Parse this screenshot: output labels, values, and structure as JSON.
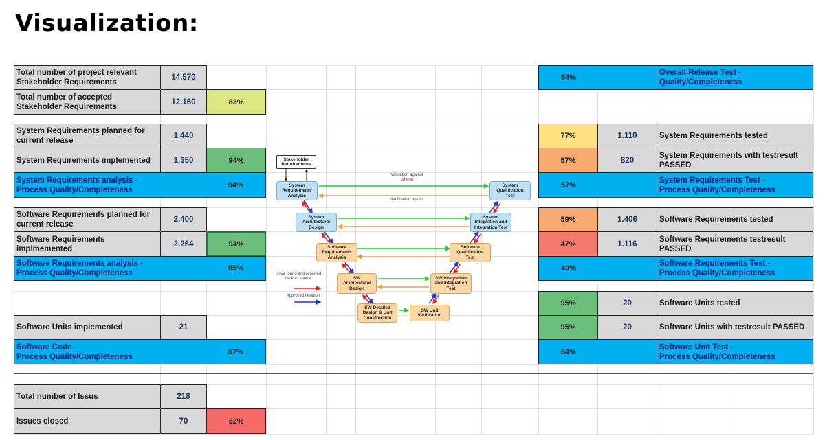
{
  "title": "Visualization:",
  "left": {
    "r1": {
      "label": "Total number of project relevant\nStakeholder Requirements",
      "value": "14.570"
    },
    "r2": {
      "label": "Total number of accepted\nStakeholder Requirements",
      "value": "12.160",
      "pct": "83%"
    },
    "r3": {
      "label": "System Requirements planned for\ncurrent release",
      "value": "1.440"
    },
    "r4": {
      "label": "System Requirements implemented",
      "value": "1.350",
      "pct": "94%"
    },
    "r5": {
      "label": "System Requirements analysis -\nProcess Quality/Completeness",
      "pct": "94%"
    },
    "r6": {
      "label": "Software Requirements planned for\ncurrent release",
      "value": "2.400"
    },
    "r7": {
      "label": "Software Requirements\nimplmemented",
      "value": "2.264",
      "pct": "94%"
    },
    "r8": {
      "label": "Software Requirements analysis -\nProcess Quality/Completeness",
      "pct": "85%"
    },
    "r9": {
      "label": "Software Units implemented",
      "value": "21"
    },
    "r10": {
      "label": "Software Code -\nProcess Quality/Completeness",
      "pct": "67%"
    },
    "r11": {
      "label": "Total number of Issus",
      "value": "218"
    },
    "r12": {
      "label": "Issues closed",
      "value": "70",
      "pct": "32%"
    }
  },
  "right": {
    "r1": {
      "pct": "54%",
      "label": "Overall Release Test -\nQuality/Completeness"
    },
    "r2": {
      "pct": "77%",
      "value": "1.110",
      "label": "System Requirements tested"
    },
    "r3": {
      "pct": "57%",
      "value": "820",
      "label": "System Requirements with testresult\nPASSED"
    },
    "r4": {
      "pct": "57%",
      "label": "System Requirements Test -\nProcess Quality/Completeness"
    },
    "r5": {
      "pct": "59%",
      "value": "1.406",
      "label": "Software Requirements tested"
    },
    "r6": {
      "pct": "47%",
      "value": "1.116",
      "label": "Software Requirements testresult\nPASSED"
    },
    "r7": {
      "pct": "40%",
      "label": "Software Requirements Test -\nProcess Quality/Completeness"
    },
    "r8": {
      "pct": "95%",
      "value": "20",
      "label": "Software Units tested"
    },
    "r9": {
      "pct": "95%",
      "value": "20",
      "label": "Software Units with testresult PASSED"
    },
    "r10": {
      "pct": "64%",
      "label": "Software Unit Test -\nProcess Quality/Completeness"
    }
  },
  "diagram": {
    "stakeholder": "Stakeholder\nRequirements",
    "sys_req": "System\nRequirements\nAnalysis",
    "sys_arch": "System\nArchitectural\nDesign",
    "sw_req": "Software\nRequirements\nAnalysis",
    "sw_arch": "SW\nArchitectural\nDesign",
    "sw_detail": "SW Detailed\nDesign & Unit\nConstruction",
    "sw_unit_ver": "SW Unit\nVerification",
    "sw_integ": "SW Integration\nand Integration\nTest",
    "sw_qual": "Software\nQualification\nTest",
    "sys_integ": "System\nIntegration and\nIntegration Test",
    "sys_qual": "System\nQualification\nTest",
    "validation_text": "Validation against\ncriteria",
    "verification_text": "Verification results",
    "issue_text": "Issue found and reported\nback to source",
    "approved_text": "Approved iteration",
    "colors": {
      "green": "#2ecc2e",
      "orange": "#f39c34",
      "red": "#ee2222",
      "blue": "#2233dd"
    }
  },
  "colors": {
    "blue": "#00b0f0",
    "gray": "#d9d9d9",
    "green": "#6cbf7b",
    "yellow": "#dde77e",
    "orange": "#f8a970",
    "red": "#f37a6b",
    "gold": "#ffe27f"
  }
}
